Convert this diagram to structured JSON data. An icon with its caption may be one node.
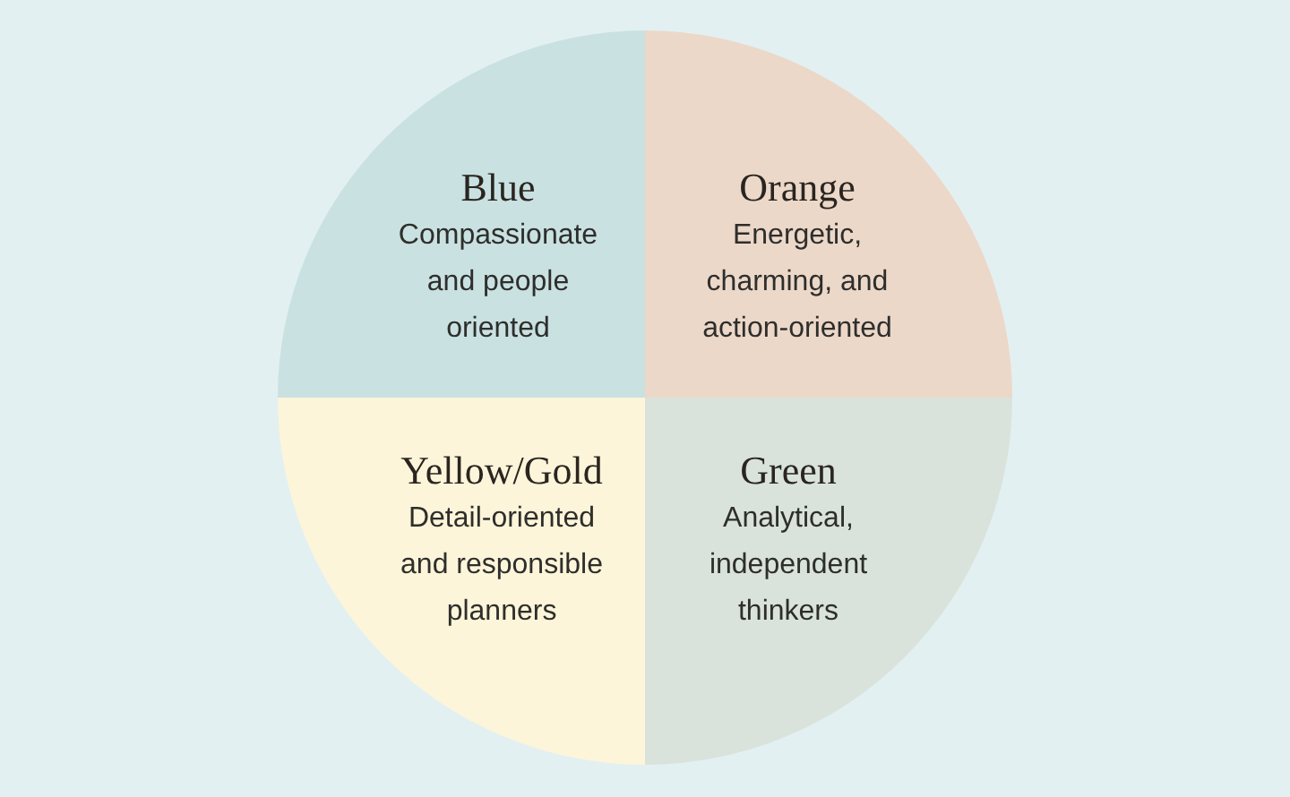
{
  "diagram": {
    "nodes": [
      {
        "text": [
          "Blue",
          "Compassionate and people oriented"
        ]
      },
      {
        "text": [
          "Orange",
          "Energetic, charming, and action-oriented"
        ]
      },
      {
        "text": [
          "Yellow/Gold",
          "Detail-oriented and responsible planners"
        ]
      },
      {
        "text": [
          "Green",
          "Analytical, independent thinkers"
        ]
      }
    ]
  }
}
